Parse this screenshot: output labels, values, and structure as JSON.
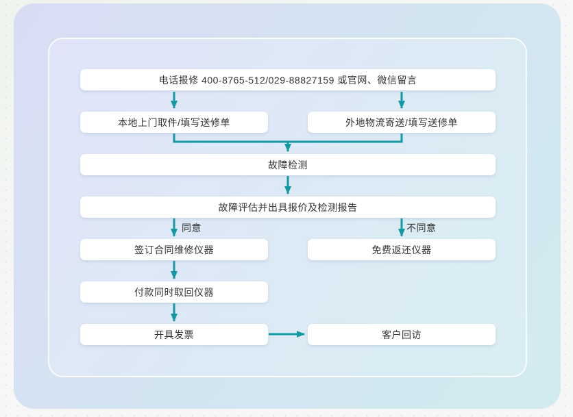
{
  "colors": {
    "arrow": "#1499A3",
    "node_bg": "#ffffff",
    "node_text": "#333333",
    "panel_grad_start": "#d9ddf4",
    "panel_grad_mid": "#d3e4f1",
    "panel_grad_end": "#d2ebf0",
    "card_grad_start": "#e1e4f8",
    "card_grad_mid": "#dceaf5",
    "card_grad_end": "#d9eef3"
  },
  "flow": {
    "nodes": {
      "report": "电话报修 400-8765-512/029-88827159 或官网、微信留言",
      "local_pickup": "本地上门取件/填写送修单",
      "remote_shipping": "外地物流寄送/填写送修单",
      "fault_detection": "故障检测",
      "fault_assessment": "故障评估并出具报价及检测报告",
      "sign_contract": "签订合同维修仪器",
      "free_return": "免费返还仪器",
      "pay_and_pickup": "付款同时取回仪器",
      "invoice": "开具发票",
      "customer_followup": "客户回访"
    },
    "edge_labels": {
      "agree": "同意",
      "disagree": "不同意"
    },
    "edges": [
      {
        "from": "report",
        "to": "local_pickup"
      },
      {
        "from": "report",
        "to": "remote_shipping"
      },
      {
        "from": "local_pickup",
        "to": "fault_detection"
      },
      {
        "from": "remote_shipping",
        "to": "fault_detection"
      },
      {
        "from": "fault_detection",
        "to": "fault_assessment"
      },
      {
        "from": "fault_assessment",
        "to": "sign_contract",
        "label": "同意"
      },
      {
        "from": "fault_assessment",
        "to": "free_return",
        "label": "不同意"
      },
      {
        "from": "sign_contract",
        "to": "pay_and_pickup"
      },
      {
        "from": "pay_and_pickup",
        "to": "invoice"
      },
      {
        "from": "invoice",
        "to": "customer_followup"
      }
    ]
  }
}
